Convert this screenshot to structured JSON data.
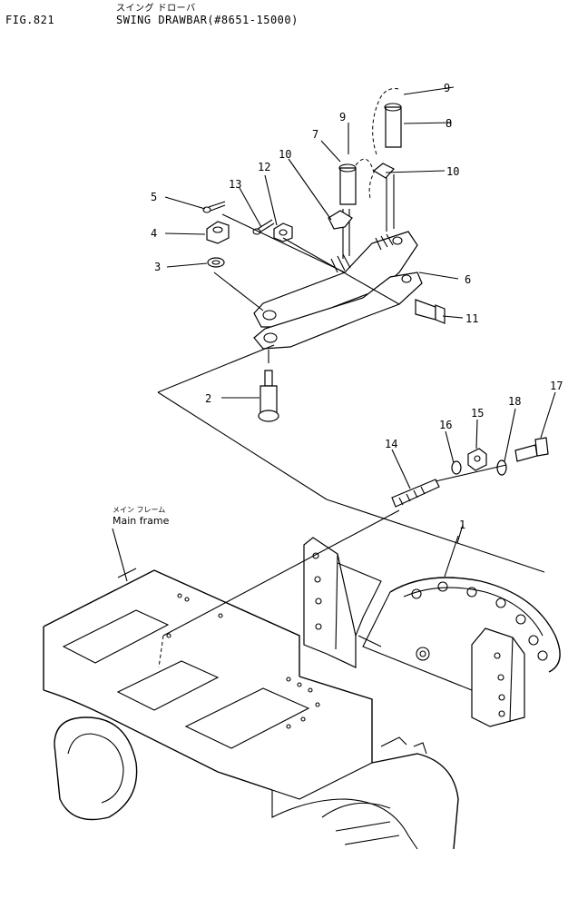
{
  "header": {
    "fig_label": "FIG.821",
    "title_kana": "スイング ドローバ",
    "title": "SWING DRAWBAR(#8651-15000)"
  },
  "annotation": {
    "kana": "メイン フレーム",
    "label": "Main frame"
  },
  "callouts": {
    "c1": "1",
    "c2": "2",
    "c3": "3",
    "c4": "4",
    "c5": "5",
    "c6": "6",
    "c7": "7",
    "c8": "8",
    "c9a": "9",
    "c9b": "9",
    "c10a": "10",
    "c10b": "10",
    "c11": "11",
    "c12": "12",
    "c13": "13",
    "c14": "14",
    "c15": "15",
    "c16": "16",
    "c17": "17",
    "c18": "18"
  }
}
